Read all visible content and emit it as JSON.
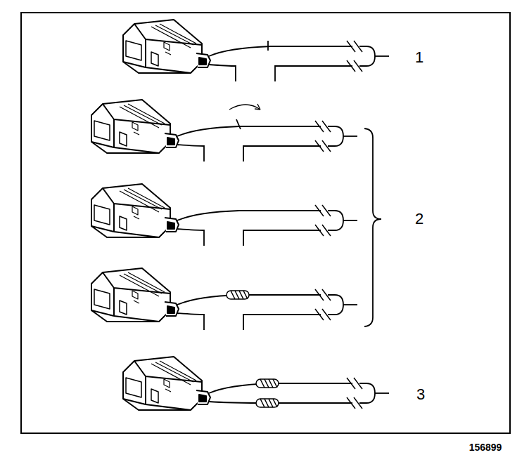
{
  "diagram": {
    "labels": [
      "1",
      "2",
      "3",
      "156899"
    ]
  }
}
